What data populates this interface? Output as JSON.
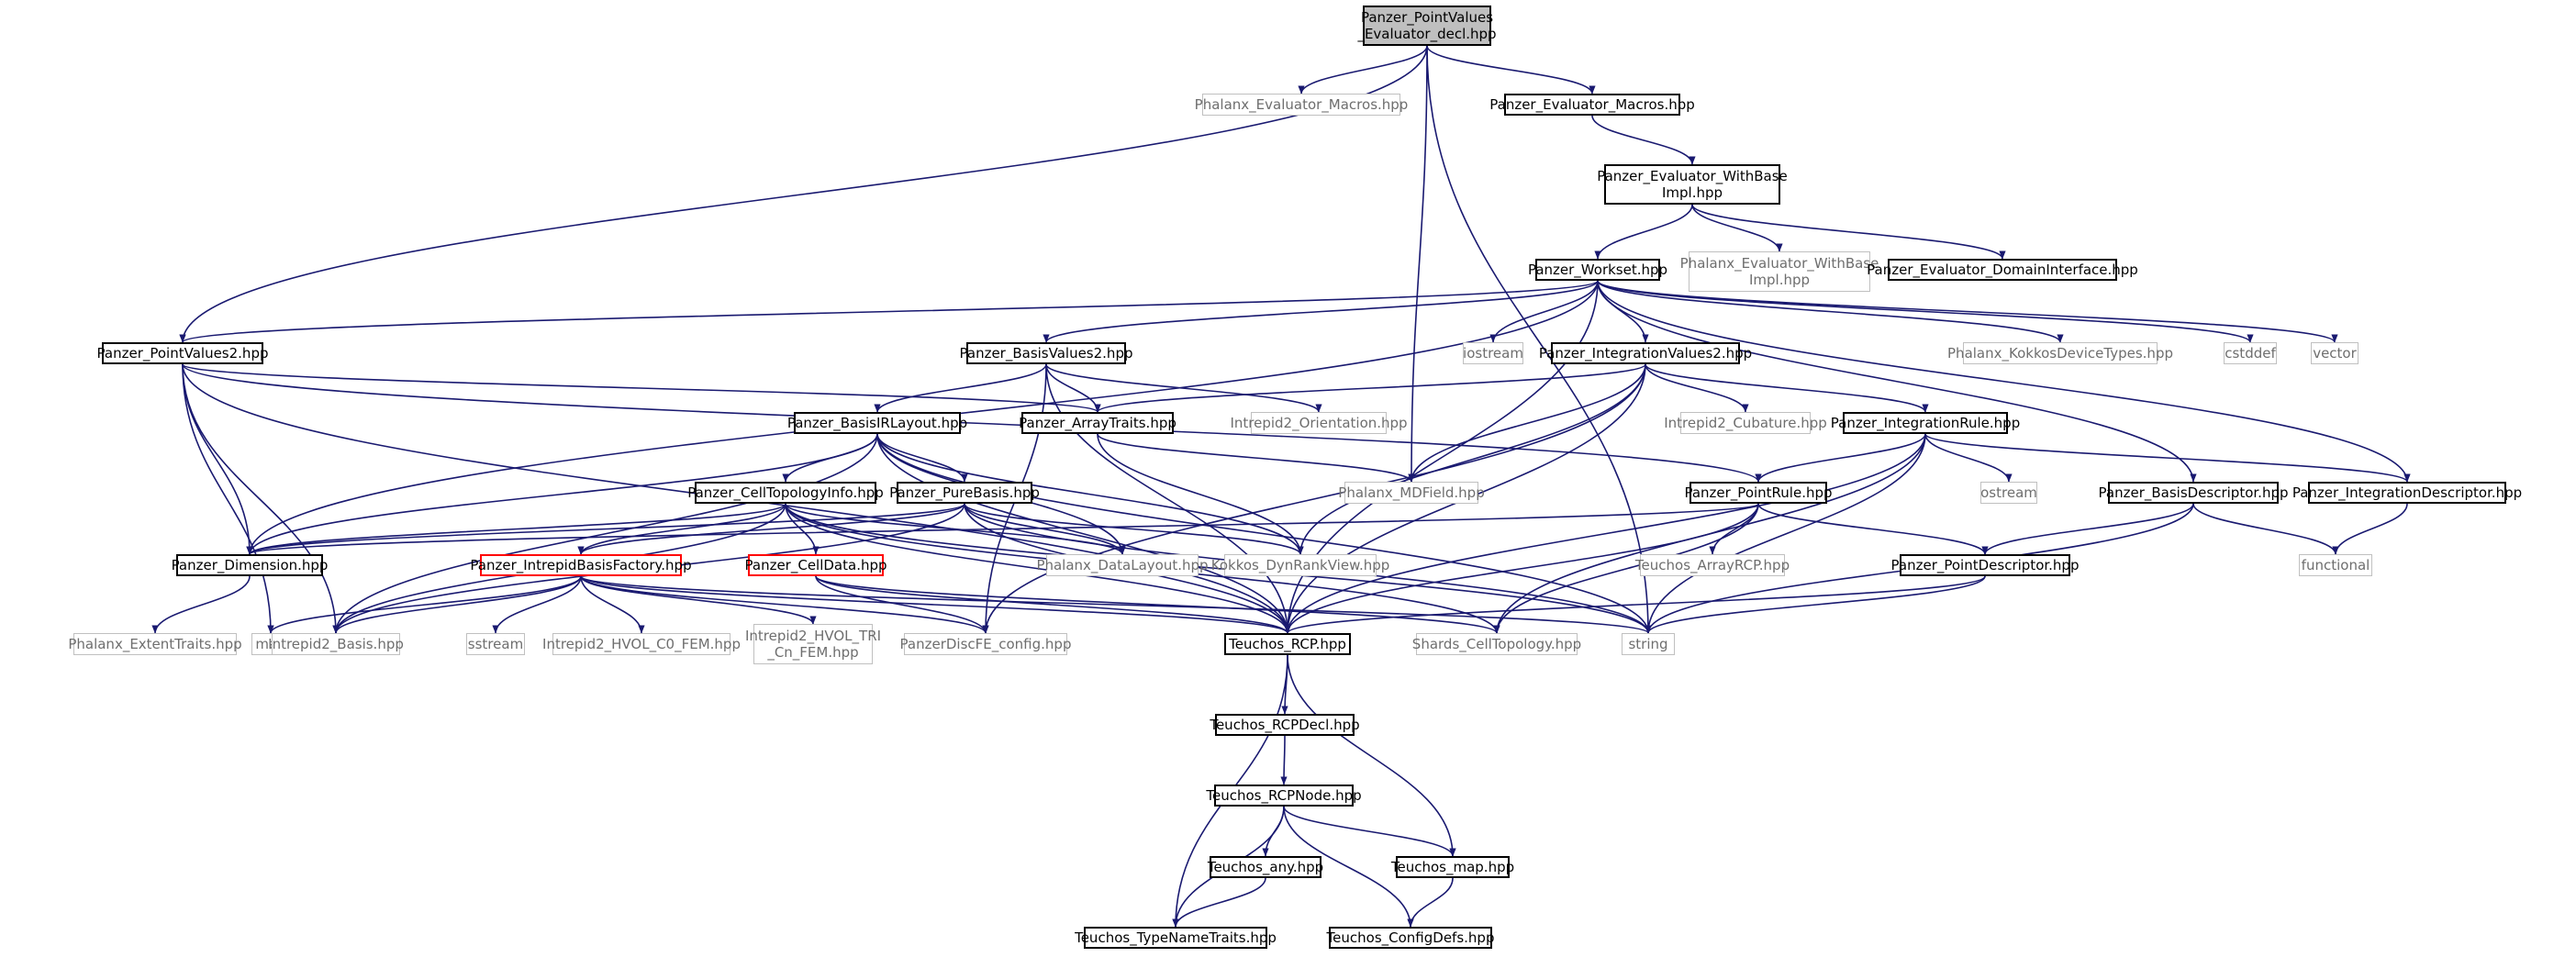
{
  "colors": {
    "edge": "#191970",
    "root_fill": "#bfbfbf",
    "internal_border": "#000000",
    "external_border": "#c0c0c0",
    "broken_border": "#ff0000",
    "external_text": "#6e6e6e"
  },
  "nodes": [
    {
      "id": "root",
      "label": "Panzer_PointValues\n_Evaluator_decl.hpp",
      "kind": "root"
    },
    {
      "id": "phx_eval_macros",
      "label": "Phalanx_Evaluator_Macros.hpp",
      "kind": "external"
    },
    {
      "id": "pz_eval_macros",
      "label": "Panzer_Evaluator_Macros.hpp",
      "kind": "internal"
    },
    {
      "id": "pz_eval_withbase",
      "label": "Panzer_Evaluator_WithBase\nImpl.hpp",
      "kind": "internal"
    },
    {
      "id": "pz_workset",
      "label": "Panzer_Workset.hpp",
      "kind": "internal"
    },
    {
      "id": "phx_eval_withbase",
      "label": "Phalanx_Evaluator_WithBase\nImpl.hpp",
      "kind": "external"
    },
    {
      "id": "pz_eval_domain",
      "label": "Panzer_Evaluator_DomainInterface.hpp",
      "kind": "internal"
    },
    {
      "id": "pz_pointvalues2",
      "label": "Panzer_PointValues2.hpp",
      "kind": "internal"
    },
    {
      "id": "iostream",
      "label": "iostream",
      "kind": "external"
    },
    {
      "id": "pz_basisvalues2",
      "label": "Panzer_BasisValues2.hpp",
      "kind": "internal"
    },
    {
      "id": "pz_intvalues2",
      "label": "Panzer_IntegrationValues2.hpp",
      "kind": "internal"
    },
    {
      "id": "phx_kokkos_dev",
      "label": "Phalanx_KokkosDeviceTypes.hpp",
      "kind": "external"
    },
    {
      "id": "cstddef",
      "label": "cstddef",
      "kind": "external"
    },
    {
      "id": "vector",
      "label": "vector",
      "kind": "external"
    },
    {
      "id": "pz_basisirlayout",
      "label": "Panzer_BasisIRLayout.hpp",
      "kind": "internal"
    },
    {
      "id": "pz_arraytraits",
      "label": "Panzer_ArrayTraits.hpp",
      "kind": "internal"
    },
    {
      "id": "i2_orientation",
      "label": "Intrepid2_Orientation.hpp",
      "kind": "external"
    },
    {
      "id": "i2_cubature",
      "label": "Intrepid2_Cubature.hpp",
      "kind": "external"
    },
    {
      "id": "pz_intrule",
      "label": "Panzer_IntegrationRule.hpp",
      "kind": "internal"
    },
    {
      "id": "pz_celltopoinfo",
      "label": "Panzer_CellTopologyInfo.hpp",
      "kind": "internal"
    },
    {
      "id": "pz_purebasis",
      "label": "Panzer_PureBasis.hpp",
      "kind": "internal"
    },
    {
      "id": "phx_mdfield",
      "label": "Phalanx_MDField.hpp",
      "kind": "external"
    },
    {
      "id": "pz_pointrule",
      "label": "Panzer_PointRule.hpp",
      "kind": "internal"
    },
    {
      "id": "ostream",
      "label": "ostream",
      "kind": "external"
    },
    {
      "id": "pz_basisdesc",
      "label": "Panzer_BasisDescriptor.hpp",
      "kind": "internal"
    },
    {
      "id": "pz_intdesc",
      "label": "Panzer_IntegrationDescriptor.hpp",
      "kind": "internal"
    },
    {
      "id": "pz_dimension",
      "label": "Panzer_Dimension.hpp",
      "kind": "internal"
    },
    {
      "id": "pz_i2basisfactory",
      "label": "Panzer_IntrepidBasisFactory.hpp",
      "kind": "broken"
    },
    {
      "id": "pz_celldata",
      "label": "Panzer_CellData.hpp",
      "kind": "broken"
    },
    {
      "id": "phx_datalayout",
      "label": "Phalanx_DataLayout.hpp",
      "kind": "external"
    },
    {
      "id": "kokkos_drv",
      "label": "Kokkos_DynRankView.hpp",
      "kind": "external"
    },
    {
      "id": "teuchos_arrayrcp",
      "label": "Teuchos_ArrayRCP.hpp",
      "kind": "external"
    },
    {
      "id": "pz_pointdesc",
      "label": "Panzer_PointDescriptor.hpp",
      "kind": "internal"
    },
    {
      "id": "functional",
      "label": "functional",
      "kind": "external"
    },
    {
      "id": "phx_extenttraits",
      "label": "Phalanx_ExtentTraits.hpp",
      "kind": "external"
    },
    {
      "id": "map",
      "label": "map",
      "kind": "external"
    },
    {
      "id": "i2_basis",
      "label": "Intrepid2_Basis.hpp",
      "kind": "external"
    },
    {
      "id": "sstream",
      "label": "sstream",
      "kind": "external"
    },
    {
      "id": "i2_hvol_c0",
      "label": "Intrepid2_HVOL_C0_FEM.hpp",
      "kind": "external"
    },
    {
      "id": "i2_hvol_tri",
      "label": "Intrepid2_HVOL_TRI\n_Cn_FEM.hpp",
      "kind": "external"
    },
    {
      "id": "pzdiscfe_config",
      "label": "PanzerDiscFE_config.hpp",
      "kind": "external"
    },
    {
      "id": "teuchos_rcp",
      "label": "Teuchos_RCP.hpp",
      "kind": "internal"
    },
    {
      "id": "shards_celltopo",
      "label": "Shards_CellTopology.hpp",
      "kind": "external"
    },
    {
      "id": "string",
      "label": "string",
      "kind": "external"
    },
    {
      "id": "teuchos_rcpdecl",
      "label": "Teuchos_RCPDecl.hpp",
      "kind": "internal"
    },
    {
      "id": "teuchos_rcpnode",
      "label": "Teuchos_RCPNode.hpp",
      "kind": "internal"
    },
    {
      "id": "teuchos_any",
      "label": "Teuchos_any.hpp",
      "kind": "internal"
    },
    {
      "id": "teuchos_map",
      "label": "Teuchos_map.hpp",
      "kind": "internal"
    },
    {
      "id": "teuchos_typenametraits",
      "label": "Teuchos_TypeNameTraits.hpp",
      "kind": "internal"
    },
    {
      "id": "teuchos_configdefs",
      "label": "Teuchos_ConfigDefs.hpp",
      "kind": "internal"
    }
  ],
  "edges": [
    [
      "root",
      "phx_eval_macros"
    ],
    [
      "root",
      "pz_eval_macros"
    ],
    [
      "root",
      "pz_pointvalues2"
    ],
    [
      "root",
      "phx_mdfield"
    ],
    [
      "root",
      "string"
    ],
    [
      "pz_eval_macros",
      "pz_eval_withbase"
    ],
    [
      "pz_eval_withbase",
      "pz_workset"
    ],
    [
      "pz_eval_withbase",
      "phx_eval_withbase"
    ],
    [
      "pz_eval_withbase",
      "pz_eval_domain"
    ],
    [
      "pz_workset",
      "pz_pointvalues2"
    ],
    [
      "pz_workset",
      "iostream"
    ],
    [
      "pz_workset",
      "pz_basisvalues2"
    ],
    [
      "pz_workset",
      "pz_intvalues2"
    ],
    [
      "pz_workset",
      "phx_kokkos_dev"
    ],
    [
      "pz_workset",
      "cstddef"
    ],
    [
      "pz_workset",
      "vector"
    ],
    [
      "pz_workset",
      "pz_basisdesc"
    ],
    [
      "pz_workset",
      "pz_intdesc"
    ],
    [
      "pz_workset",
      "pz_dimension"
    ],
    [
      "pz_workset",
      "teuchos_rcp"
    ],
    [
      "pz_pointvalues2",
      "pz_dimension"
    ],
    [
      "pz_pointvalues2",
      "pz_arraytraits"
    ],
    [
      "pz_pointvalues2",
      "pz_pointrule"
    ],
    [
      "pz_pointvalues2",
      "map"
    ],
    [
      "pz_pointvalues2",
      "i2_basis"
    ],
    [
      "pz_pointvalues2",
      "teuchos_rcp"
    ],
    [
      "pz_basisvalues2",
      "pz_basisirlayout"
    ],
    [
      "pz_basisvalues2",
      "pz_arraytraits"
    ],
    [
      "pz_basisvalues2",
      "i2_orientation"
    ],
    [
      "pz_basisvalues2",
      "teuchos_rcp"
    ],
    [
      "pz_basisvalues2",
      "pzdiscfe_config"
    ],
    [
      "pz_intvalues2",
      "pz_arraytraits"
    ],
    [
      "pz_intvalues2",
      "i2_cubature"
    ],
    [
      "pz_intvalues2",
      "pz_intrule"
    ],
    [
      "pz_intvalues2",
      "phx_mdfield"
    ],
    [
      "pz_intvalues2",
      "teuchos_rcp"
    ],
    [
      "pz_intvalues2",
      "pzdiscfe_config"
    ],
    [
      "pz_intvalues2",
      "kokkos_drv"
    ],
    [
      "pz_basisirlayout",
      "pz_celltopoinfo"
    ],
    [
      "pz_basisirlayout",
      "pz_purebasis"
    ],
    [
      "pz_basisirlayout",
      "pz_dimension"
    ],
    [
      "pz_basisirlayout",
      "phx_datalayout"
    ],
    [
      "pz_basisirlayout",
      "kokkos_drv"
    ],
    [
      "pz_basisirlayout",
      "teuchos_rcp"
    ],
    [
      "pz_basisirlayout",
      "i2_basis"
    ],
    [
      "pz_basisirlayout",
      "string"
    ],
    [
      "pz_arraytraits",
      "phx_mdfield"
    ],
    [
      "pz_arraytraits",
      "kokkos_drv"
    ],
    [
      "pz_intrule",
      "pz_pointrule"
    ],
    [
      "pz_intrule",
      "ostream"
    ],
    [
      "pz_intrule",
      "pz_intdesc"
    ],
    [
      "pz_intrule",
      "teuchos_rcp"
    ],
    [
      "pz_intrule",
      "string"
    ],
    [
      "pz_intrule",
      "shards_celltopo"
    ],
    [
      "pz_celltopoinfo",
      "pz_dimension"
    ],
    [
      "pz_celltopoinfo",
      "pz_i2basisfactory"
    ],
    [
      "pz_celltopoinfo",
      "pz_celldata"
    ],
    [
      "pz_celltopoinfo",
      "phx_datalayout"
    ],
    [
      "pz_celltopoinfo",
      "teuchos_rcp"
    ],
    [
      "pz_celltopoinfo",
      "shards_celltopo"
    ],
    [
      "pz_celltopoinfo",
      "string"
    ],
    [
      "pz_celltopoinfo",
      "i2_basis"
    ],
    [
      "pz_purebasis",
      "pz_dimension"
    ],
    [
      "pz_purebasis",
      "pz_i2basisfactory"
    ],
    [
      "pz_purebasis",
      "phx_datalayout"
    ],
    [
      "pz_purebasis",
      "kokkos_drv"
    ],
    [
      "pz_purebasis",
      "teuchos_rcp"
    ],
    [
      "pz_purebasis",
      "string"
    ],
    [
      "pz_purebasis",
      "i2_basis"
    ],
    [
      "pz_pointrule",
      "pz_dimension"
    ],
    [
      "pz_pointrule",
      "teuchos_arrayrcp"
    ],
    [
      "pz_pointrule",
      "pz_pointdesc"
    ],
    [
      "pz_pointrule",
      "teuchos_rcp"
    ],
    [
      "pz_pointrule",
      "shards_celltopo"
    ],
    [
      "pz_basisdesc",
      "pz_pointdesc"
    ],
    [
      "pz_basisdesc",
      "functional"
    ],
    [
      "pz_basisdesc",
      "string"
    ],
    [
      "pz_intdesc",
      "functional"
    ],
    [
      "pz_pointdesc",
      "string"
    ],
    [
      "pz_pointdesc",
      "teuchos_rcp"
    ],
    [
      "pz_dimension",
      "phx_extenttraits"
    ],
    [
      "pz_i2basisfactory",
      "map"
    ],
    [
      "pz_i2basisfactory",
      "i2_basis"
    ],
    [
      "pz_i2basisfactory",
      "sstream"
    ],
    [
      "pz_i2basisfactory",
      "i2_hvol_c0"
    ],
    [
      "pz_i2basisfactory",
      "i2_hvol_tri"
    ],
    [
      "pz_i2basisfactory",
      "teuchos_rcp"
    ],
    [
      "pz_i2basisfactory",
      "pzdiscfe_config"
    ],
    [
      "pz_i2basisfactory",
      "string"
    ],
    [
      "pz_celldata",
      "teuchos_rcp"
    ],
    [
      "pz_celldata",
      "pzdiscfe_config"
    ],
    [
      "pz_celldata",
      "shards_celltopo"
    ],
    [
      "teuchos_rcp",
      "teuchos_rcpdecl"
    ],
    [
      "teuchos_rcp",
      "teuchos_typenametraits"
    ],
    [
      "teuchos_rcp",
      "teuchos_map"
    ],
    [
      "teuchos_rcpdecl",
      "teuchos_rcpnode"
    ],
    [
      "teuchos_rcpnode",
      "teuchos_any"
    ],
    [
      "teuchos_rcpnode",
      "teuchos_map"
    ],
    [
      "teuchos_rcpnode",
      "teuchos_configdefs"
    ],
    [
      "teuchos_rcpnode",
      "teuchos_typenametraits"
    ],
    [
      "teuchos_any",
      "teuchos_typenametraits"
    ],
    [
      "teuchos_map",
      "teuchos_configdefs"
    ]
  ]
}
